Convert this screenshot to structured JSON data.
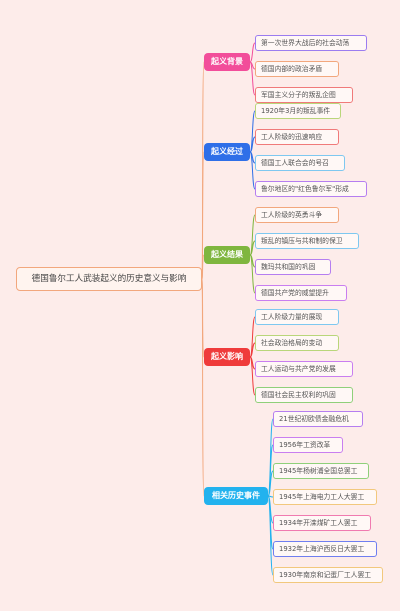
{
  "root": {
    "label": "德国鲁尔工人武装起义的历史意义与影响"
  },
  "branches": [
    {
      "label": "起义背景",
      "color": "#f24d9a",
      "children": [
        {
          "label": "第一次世界大战后的社会动荡",
          "color": "#9b7cf0"
        },
        {
          "label": "德国内部的政治矛盾",
          "color": "#f2a77d"
        },
        {
          "label": "军国主义分子的叛乱企图",
          "color": "#f07a7a"
        }
      ]
    },
    {
      "label": "起义经过",
      "color": "#2f6fe8",
      "children": [
        {
          "label": "1920年3月的叛乱事件",
          "color": "#b9d67a"
        },
        {
          "label": "工人阶级的迅速响应",
          "color": "#f07a7a"
        },
        {
          "label": "德国工人联合会的号召",
          "color": "#7ec8f0"
        },
        {
          "label": "鲁尔地区的\"红色鲁尔军\"形成",
          "color": "#b57ef0"
        }
      ]
    },
    {
      "label": "起义结果",
      "color": "#7fb63f",
      "children": [
        {
          "label": "工人阶级的英勇斗争",
          "color": "#f2a77d"
        },
        {
          "label": "叛乱的镇压与共和制的保卫",
          "color": "#7ec8f0"
        },
        {
          "label": "魏玛共和国的巩固",
          "color": "#b57ef0"
        },
        {
          "label": "德国共产党的威望提升",
          "color": "#c97ef0"
        }
      ]
    },
    {
      "label": "起义影响",
      "color": "#ef3b3b",
      "children": [
        {
          "label": "工人阶级力量的展现",
          "color": "#7ec8f0"
        },
        {
          "label": "社会政治格局的变动",
          "color": "#b9d67a"
        },
        {
          "label": "工人运动与共产党的发展",
          "color": "#c97ef0"
        },
        {
          "label": "德国社会民主权利的巩固",
          "color": "#8fd07a"
        }
      ]
    },
    {
      "label": "相关历史事件",
      "color": "#22b2ee",
      "children": [
        {
          "label": "21世纪初欧债金融危机",
          "color": "#b57ef0"
        },
        {
          "label": "1956年工资改革",
          "color": "#c97ef0"
        },
        {
          "label": "1945年杨树浦全国总罢工",
          "color": "#8fd07a"
        },
        {
          "label": "1945年上海电力工人大罢工",
          "color": "#f2c87d"
        },
        {
          "label": "1934年开滦煤矿工人罢工",
          "color": "#f07ab0"
        },
        {
          "label": "1932年上海沪西反日大罢工",
          "color": "#6f7ef0"
        },
        {
          "label": "1930年南京和记蛋厂工人罢工",
          "color": "#f2c87d"
        }
      ]
    }
  ]
}
